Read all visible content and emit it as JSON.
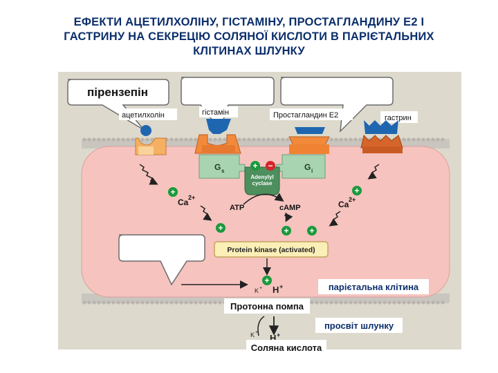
{
  "title": "ЕФЕКТИ АЦЕТИЛХОЛІНУ, ГІСТАМІНУ, ПРОСТАГЛАНДИНУ Е2 І ГАСТРИНУ НА СЕКРЕЦІЮ СОЛЯНОЇ КИСЛОТИ В ПАРІЄТАЛЬНИХ КЛІТИНАХ ШЛУНКУ",
  "title_lines": [
    "ЕФЕКТИ АЦЕТИЛХОЛІНУ, ГІСТАМІНУ, ПРОСТАГЛАНДИНУ Е2 І",
    "ГАСТРИНУ НА СЕКРЕЦІЮ СОЛЯНОЇ КИСЛОТИ В ПАРІЄТАЛЬНИХ",
    "КЛІТИНАХ ШЛУНКУ"
  ],
  "diagram": {
    "drug_label": "пірензепін",
    "receptors": {
      "acetylcholine": "ацетилхолін",
      "histamine": "гістамін",
      "prostaglandin": "Простагландин Е2",
      "gastrin": "гастрин"
    },
    "g_proteins": {
      "gs_main": "G",
      "gs_sub": "s",
      "gi_main": "G",
      "gi_sub": "i"
    },
    "enzyme": {
      "line1": "Adenylyl",
      "line2": "cyclase"
    },
    "atp": "ATP",
    "camp": "cAMP",
    "calcium": "Ca",
    "calcium_charge": "2+",
    "plus_sign": "+",
    "minus_sign": "−",
    "protein_kinase": "Protein kinase (activated)",
    "k_ion": "K",
    "k_charge": "+",
    "h_ion": "H",
    "h_charge": "+",
    "parietal_cell": "парієтальна клітина",
    "proton_pump": "Протонна помпа",
    "stomach_lumen": "просвіт шлунку",
    "hcl": "Соляна кислота"
  },
  "colors": {
    "title": "#0b2e6b",
    "background": "#ddd9cd",
    "cell": "#f6c3bf",
    "receptor_orange": "#f3893a",
    "receptor_dark": "#d5652a",
    "g_protein": "#a9d4b2",
    "ligand_blue": "#1f66b0",
    "plus_green": "#1a9a3c",
    "minus_red": "#d3262b",
    "protein_kinase": "#fbeeb7"
  }
}
